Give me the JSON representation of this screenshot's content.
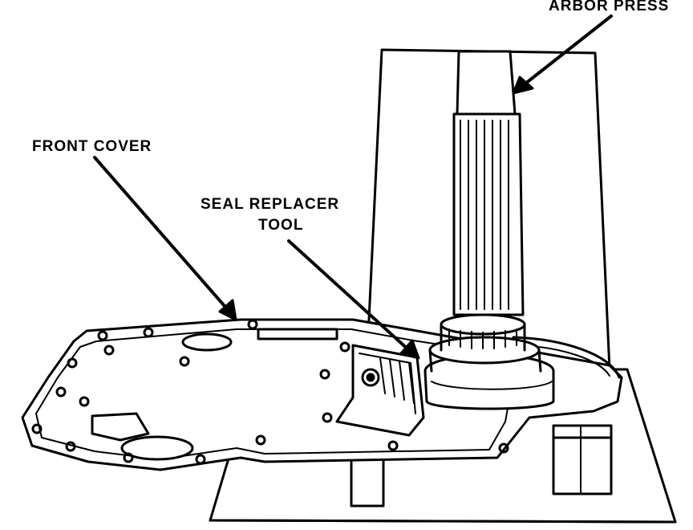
{
  "labels": {
    "arbor_press": "ARBOR PRESS",
    "front_cover": "FRONT COVER",
    "seal_replacer_line1": "SEAL REPLACER",
    "seal_replacer_line2": "TOOL"
  },
  "colors": {
    "ink": "#000000",
    "paper": "#ffffff"
  }
}
